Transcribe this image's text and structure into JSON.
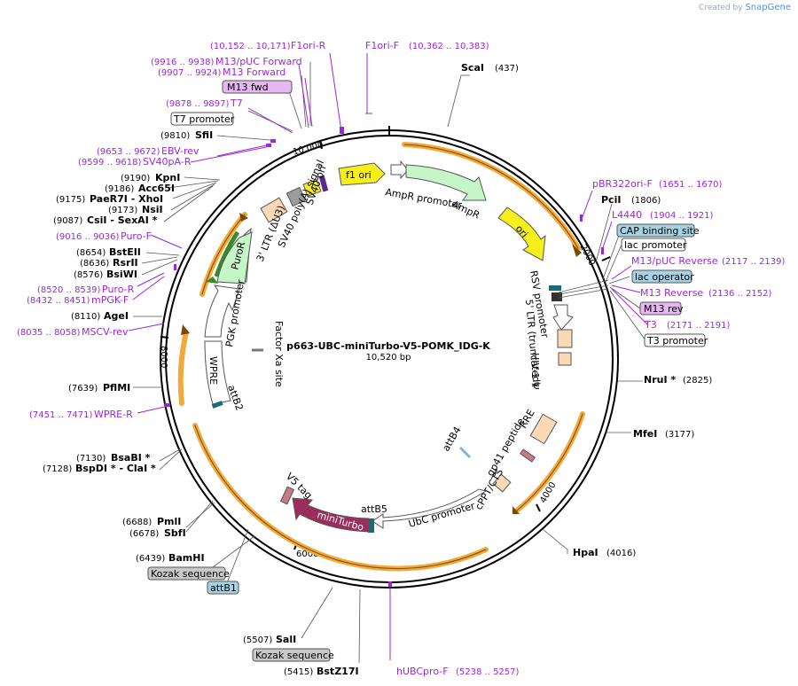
{
  "brand": {
    "created_by": "Created by",
    "app": "SnapGene"
  },
  "plasmid": {
    "name": "p663-UBC-miniTurbo-V5-POMK_IDG-K",
    "length_label": "10,520 bp"
  },
  "ticks": [
    "2000",
    "4000",
    "6000",
    "8000",
    "10,000"
  ],
  "restriction_sites": [
    {
      "id": "scai",
      "name": "ScaI",
      "pos": "(437)"
    },
    {
      "id": "pcii",
      "name": "PciI",
      "pos": "(1806)"
    },
    {
      "id": "nrui",
      "name": "NruI *",
      "pos": "(2825)"
    },
    {
      "id": "mfei",
      "name": "MfeI",
      "pos": "(3177)"
    },
    {
      "id": "hpai",
      "name": "HpaI",
      "pos": "(4016)"
    },
    {
      "id": "bstz17i",
      "name": "BstZ17I",
      "pos": "(5415)"
    },
    {
      "id": "sali",
      "name": "SalI",
      "pos": "(5507)"
    },
    {
      "id": "bamhi",
      "name": "BamHI",
      "pos": "(6439)"
    },
    {
      "id": "sbfi",
      "name": "SbfI",
      "pos": "(6678)"
    },
    {
      "id": "pmli",
      "name": "PmlI",
      "pos": "(6688)"
    },
    {
      "id": "bspdi",
      "name": "BspDI *  - ClaI *",
      "pos": "(7128)"
    },
    {
      "id": "bsabi",
      "name": "BsaBI *",
      "pos": "(7130)"
    },
    {
      "id": "pflmi",
      "name": "PflMI",
      "pos": "(7639)"
    },
    {
      "id": "agei",
      "name": "AgeI",
      "pos": "(8110)"
    },
    {
      "id": "bsiwi",
      "name": "BsiWI",
      "pos": "(8576)"
    },
    {
      "id": "rsrii",
      "name": "RsrII",
      "pos": "(8636)"
    },
    {
      "id": "bsteii",
      "name": "BstEII",
      "pos": "(8654)"
    },
    {
      "id": "csii",
      "name": "CsiI  - SexAI *",
      "pos": "(9087)"
    },
    {
      "id": "nsii",
      "name": "NsiI",
      "pos": "(9173)"
    },
    {
      "id": "paer7i",
      "name": "PaeR7I  - XhoI",
      "pos": "(9175)"
    },
    {
      "id": "acc65i",
      "name": "Acc65I",
      "pos": "(9186)"
    },
    {
      "id": "kpni",
      "name": "KpnI",
      "pos": "(9190)"
    },
    {
      "id": "sfii",
      "name": "SfiI",
      "pos": "(9810)"
    }
  ],
  "primers": [
    {
      "id": "f1ori_r",
      "name": "F1ori-R",
      "pos": "(10,152 .. 10,171)"
    },
    {
      "id": "f1ori_f",
      "name": "F1ori-F",
      "pos": "(10,362 .. 10,383)"
    },
    {
      "id": "m13puc_fwd",
      "name": "M13/pUC Forward",
      "pos": "(9916 .. 9938)"
    },
    {
      "id": "m13_fwd",
      "name": "M13 Forward",
      "pos": "(9907 .. 9924)"
    },
    {
      "id": "t7",
      "name": "T7",
      "pos": "(9878 .. 9897)"
    },
    {
      "id": "ebv_rev",
      "name": "EBV-rev",
      "pos": "(9653 .. 9672)"
    },
    {
      "id": "sv40pa_r",
      "name": "SV40pA-R",
      "pos": "(9599 .. 9618)"
    },
    {
      "id": "puro_f",
      "name": "Puro-F",
      "pos": "(9016 .. 9036)"
    },
    {
      "id": "puro_r",
      "name": "Puro-R",
      "pos": "(8520 .. 8539)"
    },
    {
      "id": "mpgk_f",
      "name": "mPGK-F",
      "pos": "(8432 .. 8451)"
    },
    {
      "id": "mscv_rev",
      "name": "MSCV-rev",
      "pos": "(8035 .. 8058)"
    },
    {
      "id": "wpre_r",
      "name": "WPRE-R",
      "pos": "(7451 .. 7471)"
    },
    {
      "id": "hubcpro_f",
      "name": "hUBCpro-F",
      "pos": "(5238 .. 5257)"
    },
    {
      "id": "pbr322ori_f",
      "name": "pBR322ori-F",
      "pos": "(1651 .. 1670)"
    },
    {
      "id": "l4440",
      "name": "L4440",
      "pos": "(1904 .. 1921)"
    },
    {
      "id": "m13puc_rev",
      "name": "M13/pUC Reverse",
      "pos": "(2117 .. 2139)"
    },
    {
      "id": "m13_rev",
      "name": "M13 Reverse",
      "pos": "(2136 .. 2152)"
    },
    {
      "id": "t3",
      "name": "T3",
      "pos": "(2171 .. 2191)"
    }
  ],
  "boxed_labels": [
    {
      "id": "m13fwd",
      "text": "M13 fwd"
    },
    {
      "id": "t7prom",
      "text": "T7 promoter"
    },
    {
      "id": "cap",
      "text": "CAP binding site"
    },
    {
      "id": "lacprom",
      "text": "lac promoter"
    },
    {
      "id": "lacop",
      "text": "lac operator"
    },
    {
      "id": "m13rev",
      "text": "M13 rev"
    },
    {
      "id": "t3prom",
      "text": "T3 promoter"
    },
    {
      "id": "kozak1",
      "text": "Kozak sequence"
    },
    {
      "id": "attb1",
      "text": "attB1"
    },
    {
      "id": "kozak2",
      "text": "Kozak sequence"
    }
  ],
  "features": {
    "f1ori": "f1 ori",
    "sv40ori": "SV40 ori",
    "ampr_prom": "AmpR promoter",
    "ampr": "AmpR",
    "ori": "ori",
    "sv40pa": "SV40 poly(A) signal",
    "ltr3": "3' LTR (ΔU3)",
    "puror": "PuroR",
    "pgk": "PGK promoter",
    "wpre": "WPRE",
    "attb2": "attB2",
    "factorxa": "Factor Xa site",
    "rsv": "RSV promoter",
    "ltr5": "5' LTR (truncated)",
    "hiv": "HIV-1 Ψ",
    "rre": "RRE",
    "gp41": "gp41 peptide",
    "cppt": "cPPT/CTS",
    "attb4": "attB4",
    "ubc": "UbC promoter",
    "attb5": "attB5",
    "miniturbo": "miniTurbo",
    "v5": "V5 tag"
  },
  "colors": {
    "primer": "#9c27d6",
    "orf_orange": "#f2a93b",
    "ampr_green": "#c6f5c8",
    "ori_yellow": "#f7ef1b",
    "miniturbo": "#9b2d5d",
    "ltr_peach": "#fcd9b5",
    "box_blue": "#a6d2e4",
    "box_purple": "#e6b7f0",
    "box_gray": "#c8c8c8"
  }
}
